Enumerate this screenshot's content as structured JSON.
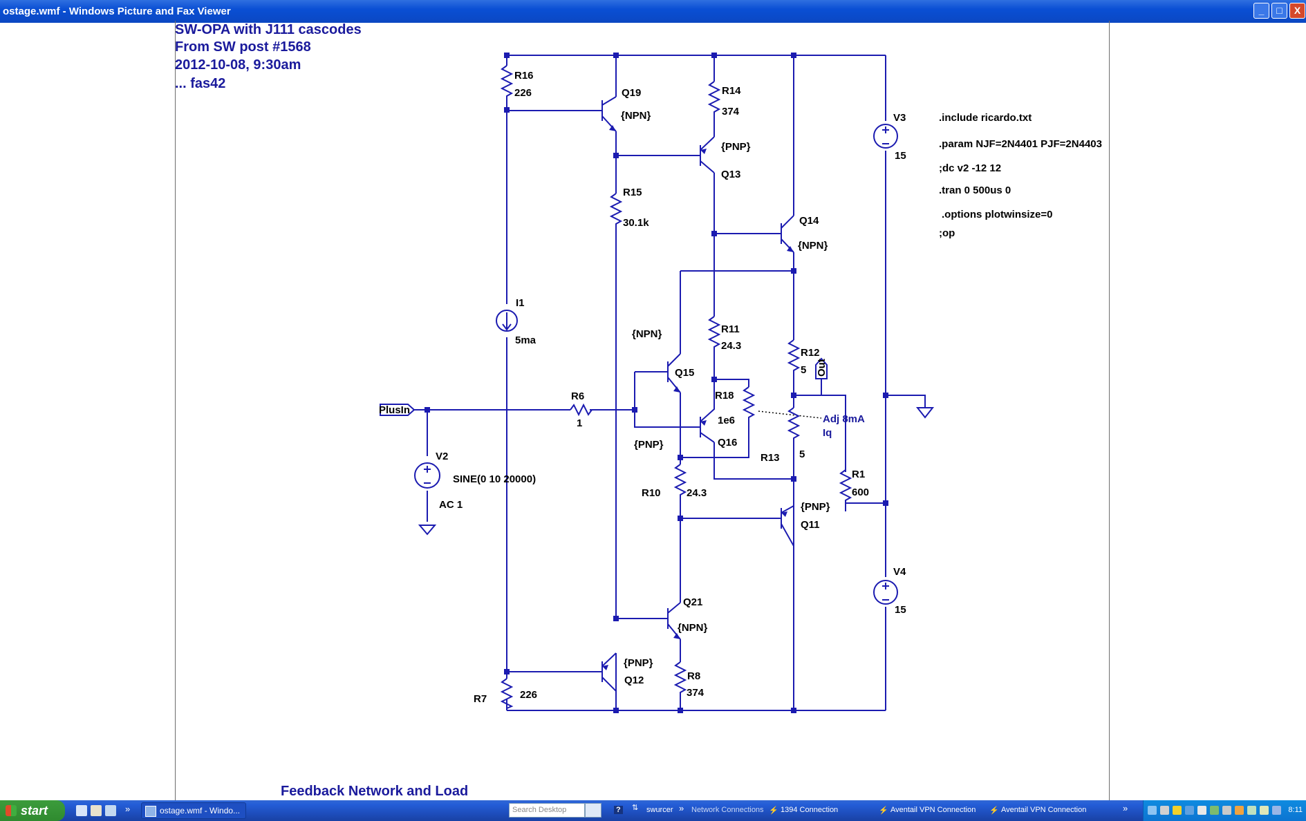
{
  "window": {
    "title": "ostage.wmf - Windows Picture and Fax Viewer",
    "controls": {
      "minimize": "_",
      "maximize": "□",
      "close": "X"
    }
  },
  "schematic": {
    "header_lines": [
      "SW-OPA with J111 cascodes",
      "From SW post #1568",
      "2012-10-08, 9:30am",
      "... fas42"
    ],
    "directives": [
      ".include ricardo.txt",
      ".param NJF=2N4401  PJF=2N4403",
      ";dc v2 -12 12",
      ".tran 0 500us 0",
      ".options plotwinsize=0",
      ";op"
    ],
    "footer": "Feedback Network and Load",
    "component_labels": {
      "r16": "R16",
      "r16_val": "226",
      "q19": "Q19",
      "q19_model": "{NPN}",
      "r14": "R14",
      "r14_val": "374",
      "q13_model": "{PNP}",
      "q13": "Q13",
      "r15": "R15",
      "r15_val": "30.1k",
      "q14": "Q14",
      "q14_model": "{NPN}",
      "i1": "I1",
      "i1_val": "5ma",
      "q15_model": "{NPN}",
      "q15": "Q15",
      "r11": "R11",
      "r11_val": "24.3",
      "r12": "R12",
      "r12_val": "5",
      "out": "Out",
      "r18": "R18",
      "r18_val": "1e6",
      "adj": "Adj 8mA",
      "iq": "Iq",
      "plusin": "PlusIn",
      "r6": "R6",
      "r6_val": "1",
      "q16_model": "{PNP}",
      "q16": "Q16",
      "r13": "R13",
      "r13_val": "5",
      "v2": "V2",
      "v2_val": "SINE(0 10 20000)",
      "v2_ac": "AC 1",
      "r10": "R10",
      "r10_val": "24.3",
      "r1": "R1",
      "r1_val": "600",
      "q11_model": "{PNP}",
      "q11": "Q11",
      "v3": "V3",
      "v3_val": "15",
      "v4": "V4",
      "v4_val": "15",
      "q21": "Q21",
      "q21_model": "{NPN}",
      "q12_model": "{PNP}",
      "q12": "Q12",
      "r8": "R8",
      "r8_val": "374",
      "r7": "R7",
      "r7_val": "226"
    }
  },
  "taskbar": {
    "start_label": "start",
    "quicklaunch_more": "»",
    "task_button": "ostage.wmf - Windo...",
    "search_placeholder": "Search Desktop",
    "help": "?",
    "user": "swurcer",
    "more": "»",
    "network_connections": "Network Connections",
    "conn_1394": "1394 Connection",
    "vpn_1": "Aventail VPN Connection",
    "vpn_2": "Aventail VPN Connection",
    "clock": "8:11"
  },
  "colors": {
    "wire": "#1b1bb0",
    "label": "#000000",
    "title_text": "#1a1a9c",
    "titlebar": "#0a4fd4",
    "taskbar": "#245dd7",
    "start": "#3c9c3c"
  }
}
